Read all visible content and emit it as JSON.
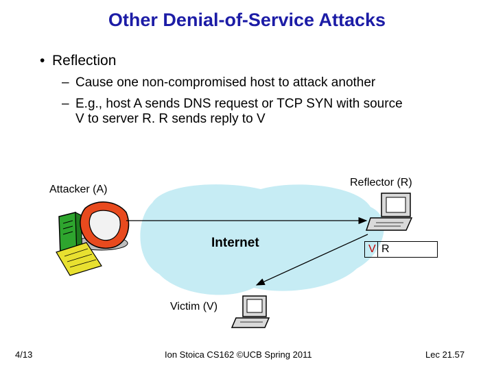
{
  "slide": {
    "title": "Other Denial-of-Service Attacks",
    "bullet": "Reflection",
    "sub1": "Cause one non-compromised host to attack another",
    "sub2_line1": "E.g., host A sends DNS request or TCP SYN with source",
    "sub2_line2": "V to server R. R sends reply to V",
    "dash": "–",
    "dot": "•"
  },
  "diagram": {
    "attacker_label": "Attacker (A)",
    "reflector_label": "Reflector (R)",
    "victim_label": "Victim (V)",
    "internet_label": "Internet",
    "packet_src": "V",
    "packet_dst": "R"
  },
  "footer": {
    "left": "4/13",
    "center": "Ion Stoica CS162 ©UCB Spring 2011",
    "right": "Lec 21.57"
  },
  "colors": {
    "title": "#1c1ca6",
    "cloud": "#c6ecf4",
    "packet_src": "#c00000"
  }
}
